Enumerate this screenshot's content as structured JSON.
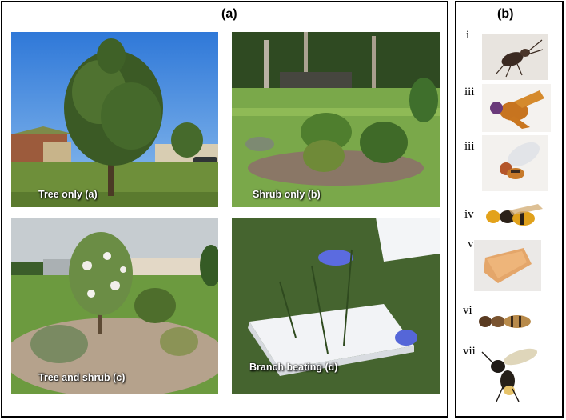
{
  "panel_a": {
    "label": "(a)",
    "photos": [
      {
        "caption": "Tree only (a)"
      },
      {
        "caption": "Shrub only (b)"
      },
      {
        "caption": "Tree and shrub (c)"
      },
      {
        "caption": "Branch beating (d)"
      }
    ]
  },
  "panel_b": {
    "label": "(b)",
    "insects": [
      {
        "numeral": "i"
      },
      {
        "numeral": "iii"
      },
      {
        "numeral": "iii"
      },
      {
        "numeral": "iv"
      },
      {
        "numeral": "v"
      },
      {
        "numeral": "vi"
      },
      {
        "numeral": "vii"
      }
    ]
  }
}
